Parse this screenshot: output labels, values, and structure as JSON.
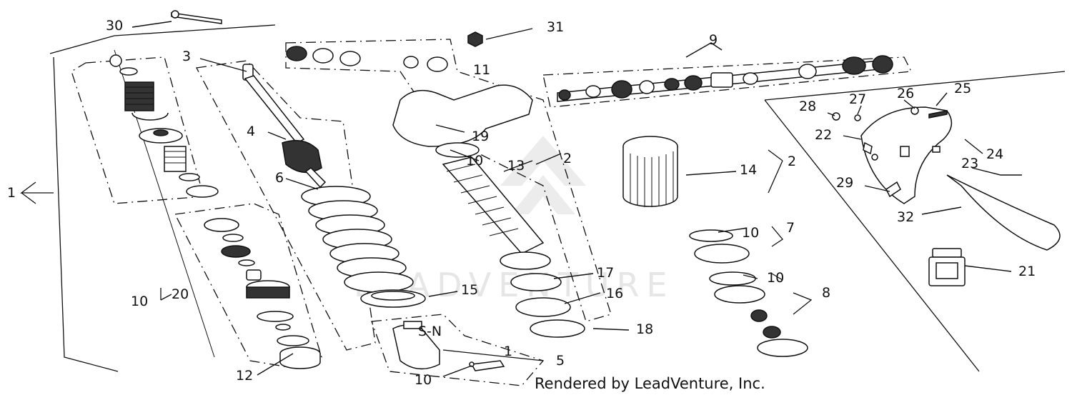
{
  "diagram": {
    "parts": [
      {
        "id": "30"
      },
      {
        "id": "31"
      },
      {
        "id": "9"
      },
      {
        "id": "3"
      },
      {
        "id": "11"
      },
      {
        "id": "4"
      },
      {
        "id": "19"
      },
      {
        "id": "10a",
        "label": "10"
      },
      {
        "id": "13"
      },
      {
        "id": "2a",
        "label": "2"
      },
      {
        "id": "6"
      },
      {
        "id": "14"
      },
      {
        "id": "2b",
        "label": "2"
      },
      {
        "id": "1"
      },
      {
        "id": "10b",
        "label": "10"
      },
      {
        "id": "7"
      },
      {
        "id": "17"
      },
      {
        "id": "10c",
        "label": "10"
      },
      {
        "id": "15"
      },
      {
        "id": "16"
      },
      {
        "id": "8"
      },
      {
        "id": "10d",
        "label": "10"
      },
      {
        "id": "20"
      },
      {
        "id": "18"
      },
      {
        "id": "5"
      },
      {
        "id": "12"
      },
      {
        "id": "10e",
        "label": "10"
      },
      {
        "id": "28"
      },
      {
        "id": "27"
      },
      {
        "id": "26"
      },
      {
        "id": "25"
      },
      {
        "id": "22"
      },
      {
        "id": "24"
      },
      {
        "id": "23"
      },
      {
        "id": "29"
      },
      {
        "id": "32"
      },
      {
        "id": "21"
      }
    ],
    "watermark": "LEADVENTURE",
    "credit": "Rendered by LeadVenture, Inc.",
    "hardware_marks": [
      "S-N",
      "1"
    ]
  }
}
